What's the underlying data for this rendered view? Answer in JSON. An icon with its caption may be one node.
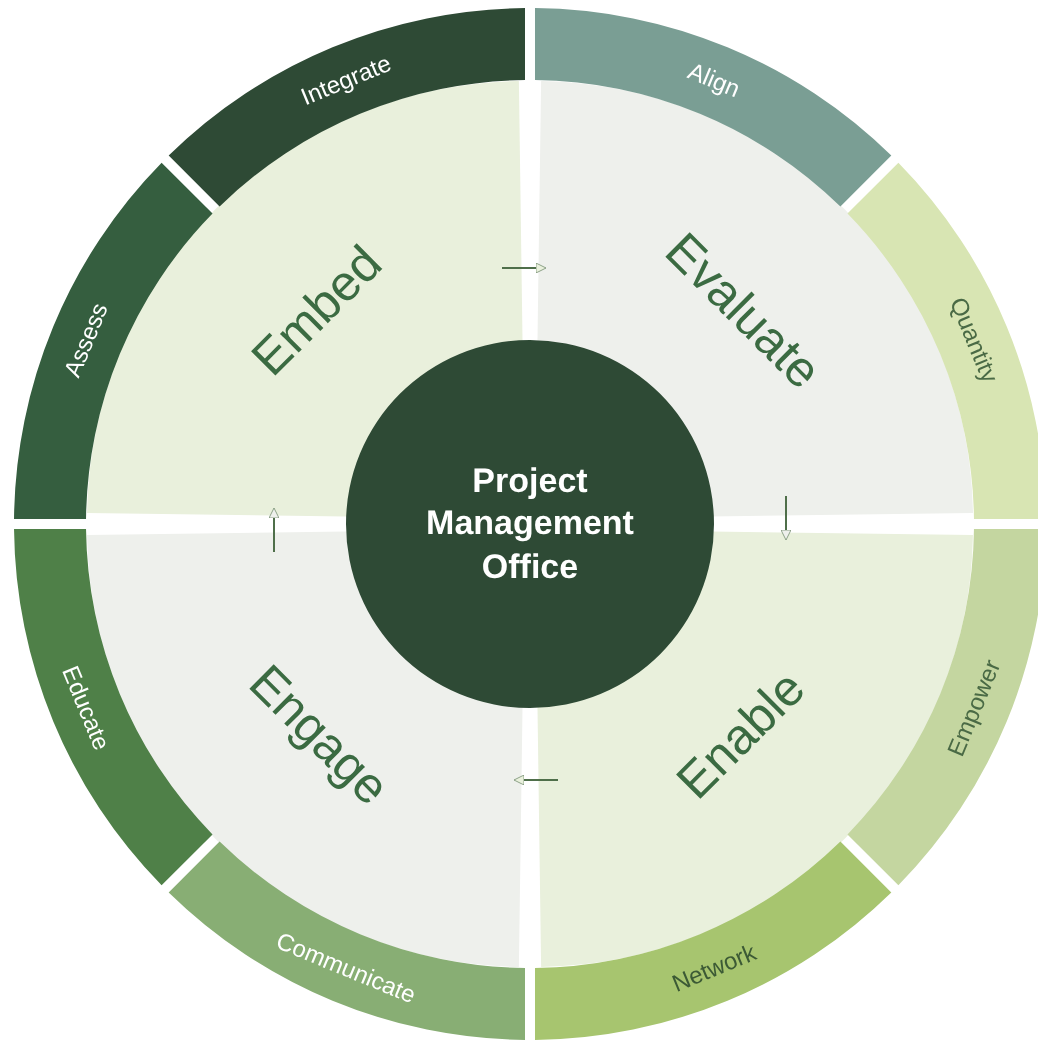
{
  "diagram": {
    "nodes": [
      {
        "text": [
          "Project Management Office"
        ]
      },
      {
        "text": [
          "Embed"
        ]
      },
      {
        "text": [
          "Evaluate"
        ]
      },
      {
        "text": [
          "Engage"
        ]
      },
      {
        "text": [
          "Enable"
        ]
      },
      {
        "text": [
          "Integrate"
        ]
      },
      {
        "text": [
          "Align"
        ]
      },
      {
        "text": [
          "Assess"
        ]
      },
      {
        "text": [
          "Quantity"
        ]
      },
      {
        "text": [
          "Empower"
        ]
      },
      {
        "text": [
          "Educate"
        ]
      },
      {
        "text": [
          "Communicate"
        ]
      },
      {
        "text": [
          "Network"
        ]
      }
    ],
    "edges": [
      {
        "from": 1,
        "to": 2,
        "arrow": "to"
      },
      {
        "from": 2,
        "to": 4,
        "arrow": "to"
      },
      {
        "from": 4,
        "to": 3,
        "arrow": "to"
      },
      {
        "from": 3,
        "to": 1,
        "arrow": "to"
      }
    ]
  }
}
